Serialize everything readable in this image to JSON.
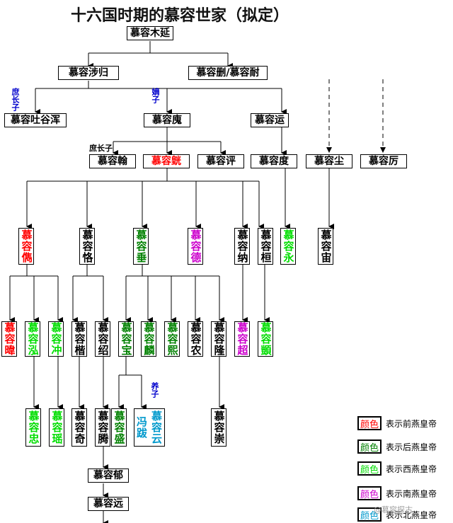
{
  "title": "十六国时期的慕容世家（拟定）",
  "colors": {
    "former_yan": "#ff0000",
    "later_yan": "#008000",
    "western_yan": "#00dd00",
    "southern_yan": "#cc00cc",
    "northern_yan": "#0099cc",
    "plain": "#000000"
  },
  "people": {
    "muyan": "慕容木延",
    "shegui": "慕容涉归",
    "shan_nai": "慕容删/慕容耐",
    "tuyuhun": "慕容吐谷浑",
    "hui": "慕容廆",
    "yun": "慕容运",
    "han": "慕容翰",
    "huang": "慕容皝",
    "ping": "慕容评",
    "du": "慕容度",
    "chen": "慕容尘",
    "li": "慕容厉",
    "jun": "慕容儁",
    "ke": "慕容恪",
    "chui": "慕容垂",
    "de": "慕容德",
    "na": "慕容纳",
    "huan": "慕容桓",
    "yong": "慕容永",
    "zhou": "慕容宙",
    "wei": "慕容暐",
    "hong": "慕容泓",
    "chong": "慕容冲",
    "kai": "慕容楷",
    "shao": "慕容绍",
    "bao": "慕容宝",
    "lin": "慕容麟",
    "xi": "慕容熙",
    "nong": "慕容农",
    "long": "慕容隆",
    "chao": "慕容超",
    "yi": "慕容顗",
    "zhong": "慕容忠",
    "yao": "慕容瑶",
    "qi": "慕容奇",
    "teng": "慕容腾",
    "sheng": "慕容盛",
    "yunn": "慕容云",
    "feng_ba": "冯跋",
    "chong2": "慕容崇",
    "yu": "慕容郁",
    "yuan": "慕容远"
  },
  "annotations": {
    "shuzhangzi_1": "庶长子",
    "dizi": "嫡子",
    "shuzhangzi_2": "庶长子",
    "yangzi": "养子"
  },
  "legend": [
    {
      "swatch": "颜色",
      "label": "表示前燕皇帝",
      "color": "#ff0000"
    },
    {
      "swatch": "颜色",
      "label": "表示后燕皇帝",
      "color": "#008000"
    },
    {
      "swatch": "颜色",
      "label": "表示西燕皇帝",
      "color": "#00dd00"
    },
    {
      "swatch": "颜色",
      "label": "表示南燕皇帝",
      "color": "#cc00cc"
    },
    {
      "swatch": "颜色",
      "label": "表示北燕皇帝",
      "color": "#0099cc"
    }
  ],
  "watermark": "@慕容探古"
}
